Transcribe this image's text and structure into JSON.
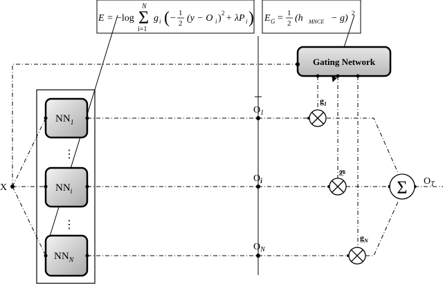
{
  "diagram": {
    "input_label": "X",
    "output_label": "O",
    "output_sub": "T",
    "gating_label": "Gating Network",
    "sum_symbol": "Σ",
    "experts": [
      {
        "name": "NN",
        "sub": "1"
      },
      {
        "name": "NN",
        "sub": "i"
      },
      {
        "name": "NN",
        "sub": "N"
      }
    ],
    "outputs": [
      {
        "name": "O",
        "sub": "1"
      },
      {
        "name": "O",
        "sub": "i"
      },
      {
        "name": "O",
        "sub": "N"
      }
    ],
    "gates": [
      {
        "name": "g",
        "sub": "1"
      },
      {
        "name": "g",
        "sub": "i"
      },
      {
        "name": "g",
        "sub": "N"
      }
    ],
    "equation_error": "E = −log Σ g_i ( −½ (y − O_i)² + λP_i )",
    "equation_gating": "E_G = ½ (h_MNCE − g)²"
  },
  "equations": {
    "e_lhs": "E",
    "e_eq": "=",
    "e_log": "−log",
    "e_sum": "Σ",
    "e_sum_top": "N",
    "e_sum_bottom": "i=1",
    "e_g": "g",
    "e_g_sub": "i",
    "e_open": "(",
    "e_half_num": "1",
    "e_half_den": "2",
    "e_minus": "−",
    "e_paren": "(y − O",
    "e_paren_sub": "i",
    "e_paren_close": ")",
    "e_sq": "2",
    "e_plus": "+ λP",
    "e_plus_sub": "i",
    "e_close": ")",
    "eg_lhs": "E",
    "eg_lhs_sub": "G",
    "eg_eq": "=",
    "eg_half_num": "1",
    "eg_half_den": "2",
    "eg_open": "(h",
    "eg_sub": "MNCE",
    "eg_rest": "− g)",
    "eg_sq": "2"
  },
  "vertical_dots": "⋮",
  "colors": {
    "line": "#000000",
    "box_fill": "#c8c8c8",
    "gate_fill": "#cfcfcf",
    "equation_bg": "#ffffff"
  }
}
